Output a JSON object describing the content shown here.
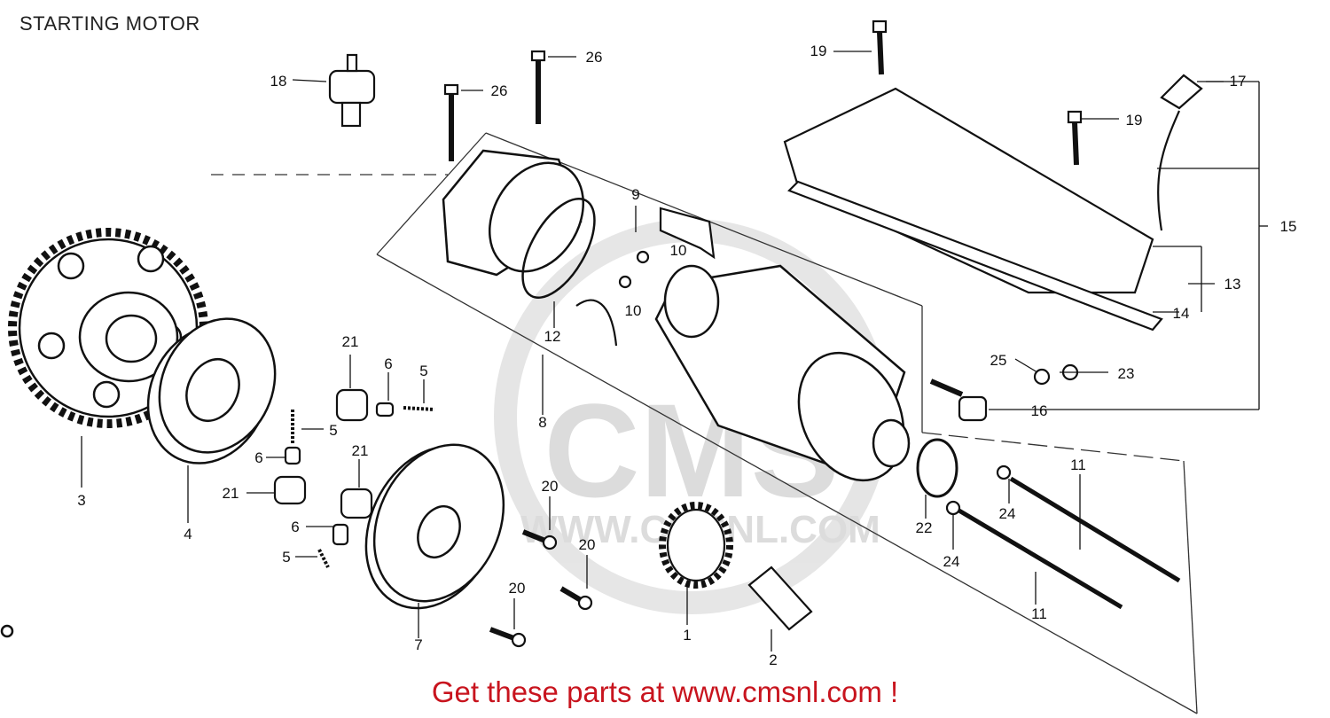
{
  "title": "STARTING MOTOR",
  "footer": "Get these parts at www.cmsnl.com !",
  "watermark": {
    "brand": "CMS",
    "url": "WWW.CMSNL.COM"
  },
  "colors": {
    "footer": "#c8141e",
    "ink": "#111111",
    "watermark": "#d9d9d9",
    "background": "#ffffff"
  },
  "callouts": [
    {
      "id": "1",
      "label": "1"
    },
    {
      "id": "2",
      "label": "2"
    },
    {
      "id": "3",
      "label": "3"
    },
    {
      "id": "4",
      "label": "4"
    },
    {
      "id": "5a",
      "label": "5"
    },
    {
      "id": "5b",
      "label": "5"
    },
    {
      "id": "5c",
      "label": "5"
    },
    {
      "id": "6a",
      "label": "6"
    },
    {
      "id": "6b",
      "label": "6"
    },
    {
      "id": "6c",
      "label": "6"
    },
    {
      "id": "7",
      "label": "7"
    },
    {
      "id": "8",
      "label": "8"
    },
    {
      "id": "9",
      "label": "9"
    },
    {
      "id": "10a",
      "label": "10"
    },
    {
      "id": "10b",
      "label": "10"
    },
    {
      "id": "11a",
      "label": "11"
    },
    {
      "id": "11b",
      "label": "11"
    },
    {
      "id": "12",
      "label": "12"
    },
    {
      "id": "13",
      "label": "13"
    },
    {
      "id": "14",
      "label": "14"
    },
    {
      "id": "15",
      "label": "15"
    },
    {
      "id": "16",
      "label": "16"
    },
    {
      "id": "17",
      "label": "17"
    },
    {
      "id": "18",
      "label": "18"
    },
    {
      "id": "19a",
      "label": "19"
    },
    {
      "id": "19b",
      "label": "19"
    },
    {
      "id": "20a",
      "label": "20"
    },
    {
      "id": "20b",
      "label": "20"
    },
    {
      "id": "20c",
      "label": "20"
    },
    {
      "id": "21a",
      "label": "21"
    },
    {
      "id": "21b",
      "label": "21"
    },
    {
      "id": "21c",
      "label": "21"
    },
    {
      "id": "22",
      "label": "22"
    },
    {
      "id": "23",
      "label": "23"
    },
    {
      "id": "24a",
      "label": "24"
    },
    {
      "id": "24b",
      "label": "24"
    },
    {
      "id": "25",
      "label": "25"
    },
    {
      "id": "26a",
      "label": "26"
    },
    {
      "id": "26b",
      "label": "26"
    }
  ]
}
